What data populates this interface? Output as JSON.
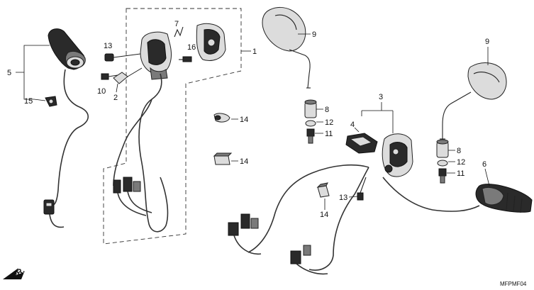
{
  "callouts": {
    "c1": "1",
    "c2": "2",
    "c3": "3",
    "c4": "4",
    "c5": "5",
    "c6": "6",
    "c7": "7",
    "c8a": "8",
    "c8b": "8",
    "c9a": "9",
    "c9b": "9",
    "c10": "10",
    "c11a": "11",
    "c11b": "11",
    "c12a": "12",
    "c12b": "12",
    "c13a": "13",
    "c13b": "13",
    "c14a": "14",
    "c14b": "14",
    "c14c": "14",
    "c15": "15",
    "c16": "16"
  },
  "front_marker": "FR.",
  "diagram_code": "MFPMF04"
}
